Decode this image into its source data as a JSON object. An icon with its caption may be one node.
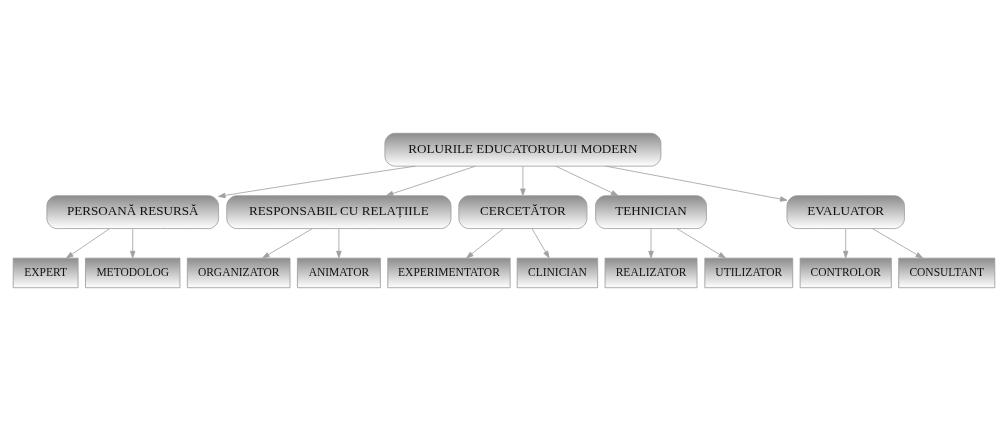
{
  "diagram": {
    "nodes": [
      {
        "text": [
          "ROLURILE EDUCATORULUI MODERN"
        ]
      },
      {
        "text": [
          "PERSOANĂ RESURSĂ"
        ]
      },
      {
        "text": [
          "EXPERT"
        ]
      },
      {
        "text": [
          "METODOLOG"
        ]
      },
      {
        "text": [
          "RESPONSABIL CU RELAȚIILE"
        ]
      },
      {
        "text": [
          "ORGANIZATOR"
        ]
      },
      {
        "text": [
          "ANIMATOR"
        ]
      },
      {
        "text": [
          "CERCETĂTOR"
        ]
      },
      {
        "text": [
          "EXPERIMENTATOR"
        ]
      },
      {
        "text": [
          "CLINICIAN"
        ]
      },
      {
        "text": [
          "TEHNICIAN"
        ]
      },
      {
        "text": [
          "REALIZATOR"
        ]
      },
      {
        "text": [
          "UTILIZATOR"
        ]
      },
      {
        "text": [
          "EVALUATOR"
        ]
      },
      {
        "text": [
          "CONTROLOR"
        ]
      },
      {
        "text": [
          "CONSULTANT"
        ]
      }
    ],
    "edges": [
      {
        "from": 0,
        "to": 1,
        "arrow": "to"
      },
      {
        "from": 0,
        "to": 4,
        "arrow": "to"
      },
      {
        "from": 0,
        "to": 7,
        "arrow": "to"
      },
      {
        "from": 0,
        "to": 10,
        "arrow": "to"
      },
      {
        "from": 0,
        "to": 13,
        "arrow": "to"
      },
      {
        "from": 1,
        "to": 2,
        "arrow": "to"
      },
      {
        "from": 1,
        "to": 3,
        "arrow": "to"
      },
      {
        "from": 4,
        "to": 5,
        "arrow": "to"
      },
      {
        "from": 4,
        "to": 6,
        "arrow": "to"
      },
      {
        "from": 7,
        "to": 8,
        "arrow": "to"
      },
      {
        "from": 7,
        "to": 9,
        "arrow": "to"
      },
      {
        "from": 10,
        "to": 11,
        "arrow": "to"
      },
      {
        "from": 10,
        "to": 12,
        "arrow": "to"
      },
      {
        "from": 13,
        "to": 14,
        "arrow": "to"
      },
      {
        "from": 13,
        "to": 15,
        "arrow": "to"
      }
    ]
  }
}
